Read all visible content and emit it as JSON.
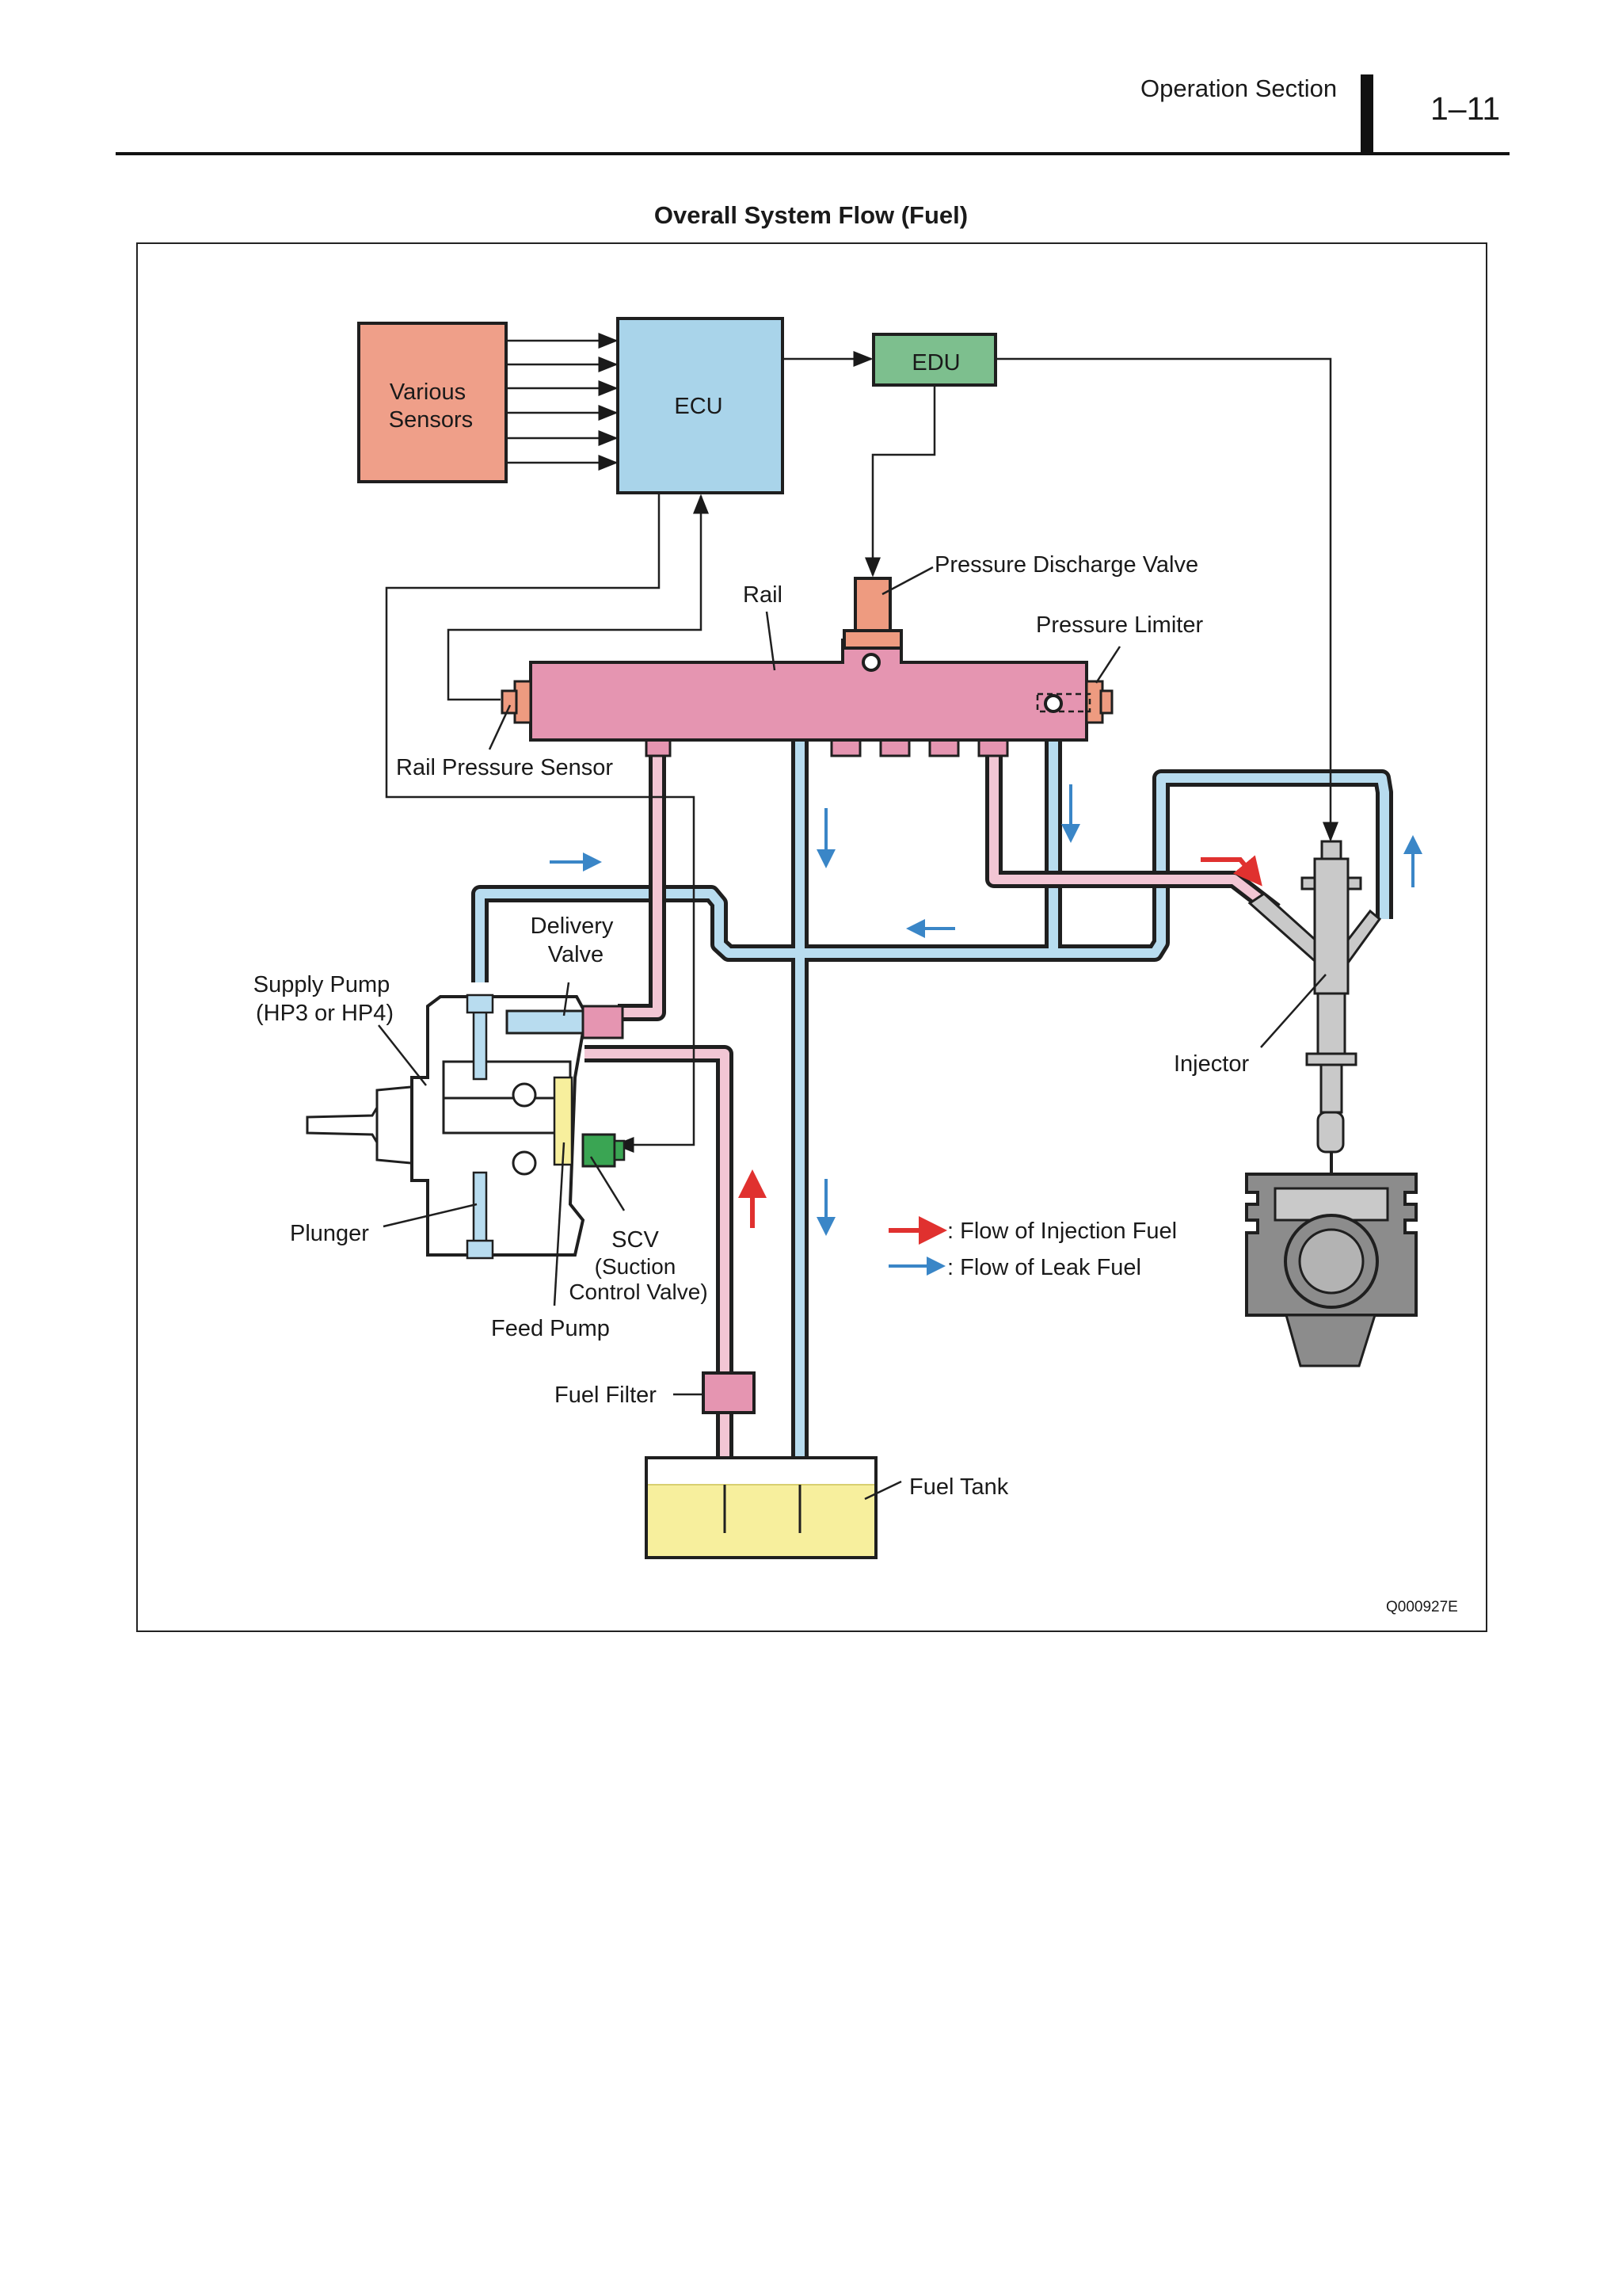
{
  "header": {
    "section": "Operation Section",
    "page_number": "1–11"
  },
  "figure": {
    "title": "Overall System Flow (Fuel)",
    "code": "Q000927E"
  },
  "labels": {
    "various_sensors_1": "Various",
    "various_sensors_2": "Sensors",
    "ecu": "ECU",
    "edu": "EDU",
    "pressure_discharge_valve": "Pressure Discharge Valve",
    "rail": "Rail",
    "pressure_limiter": "Pressure Limiter",
    "rail_pressure_sensor": "Rail Pressure Sensor",
    "delivery_valve_1": "Delivery",
    "delivery_valve_2": "Valve",
    "supply_pump_1": "Supply Pump",
    "supply_pump_2": "(HP3 or HP4)",
    "injector": "Injector",
    "plunger": "Plunger",
    "scv_1": "SCV",
    "scv_2": "(Suction",
    "scv_3": "Control Valve)",
    "feed_pump": "Feed Pump",
    "fuel_filter": "Fuel Filter",
    "fuel_tank": "Fuel Tank"
  },
  "legend": {
    "injection": ": Flow of Injection Fuel",
    "leak": ": Flow of Leak Fuel"
  },
  "colors": {
    "sensors": "#ef9f89",
    "ecu": "#a9d4ea",
    "edu": "#7dbf8e",
    "rail": "#e595b1",
    "valve": "#ee9b80",
    "injection_pipe": "#f2c6d4",
    "leak_pipe": "#b8dcef",
    "fuel": "#f7ef9d",
    "scv": "#3aa553",
    "injection_arrow": "#e0312f",
    "leak_arrow": "#3a86c7",
    "engine": "#8c8c8c"
  }
}
